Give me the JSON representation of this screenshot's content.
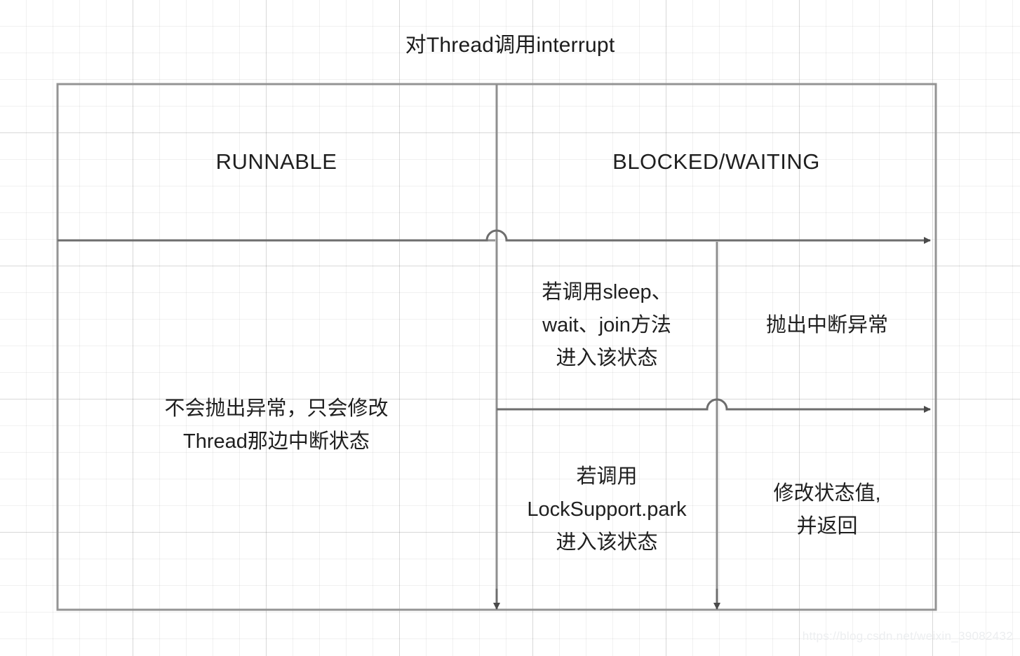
{
  "diagram": {
    "title": "对Thread调用interrupt",
    "type": "matrix-table-with-flow-arrows",
    "colors": {
      "border": "#949494",
      "divider": "#8f8f8f",
      "arrow": "#6e6e6e",
      "text": "#1f1f1f",
      "background": "#ffffff",
      "grid_minor": "#f0f0f0",
      "grid_major": "#e2e2e2",
      "watermark": "#eceef0"
    },
    "headers": [
      {
        "id": "runnable",
        "label": "RUNNABLE"
      },
      {
        "id": "blocked-waiting",
        "label": "BLOCKED/WAITING"
      }
    ],
    "cells": {
      "runnable_body": "不会抛出异常，只会修改\nThread那边中断状态",
      "mid_top": "若调用sleep、\nwait、join方法\n进入该状态",
      "right_top": "抛出中断异常",
      "mid_bottom": "若调用\nLockSupport.park\n进入该状态",
      "right_bottom": "修改状态值,\n并返回"
    },
    "arrows": [
      {
        "id": "arrow-top-right",
        "direction": "right",
        "label": ""
      },
      {
        "id": "arrow-bottom-right",
        "direction": "right",
        "label": ""
      },
      {
        "id": "arrow-divider-1-down",
        "direction": "down",
        "label": ""
      },
      {
        "id": "arrow-divider-2-down",
        "direction": "down",
        "label": ""
      }
    ],
    "watermark": "https://blog.csdn.net/weixin_39082432"
  }
}
